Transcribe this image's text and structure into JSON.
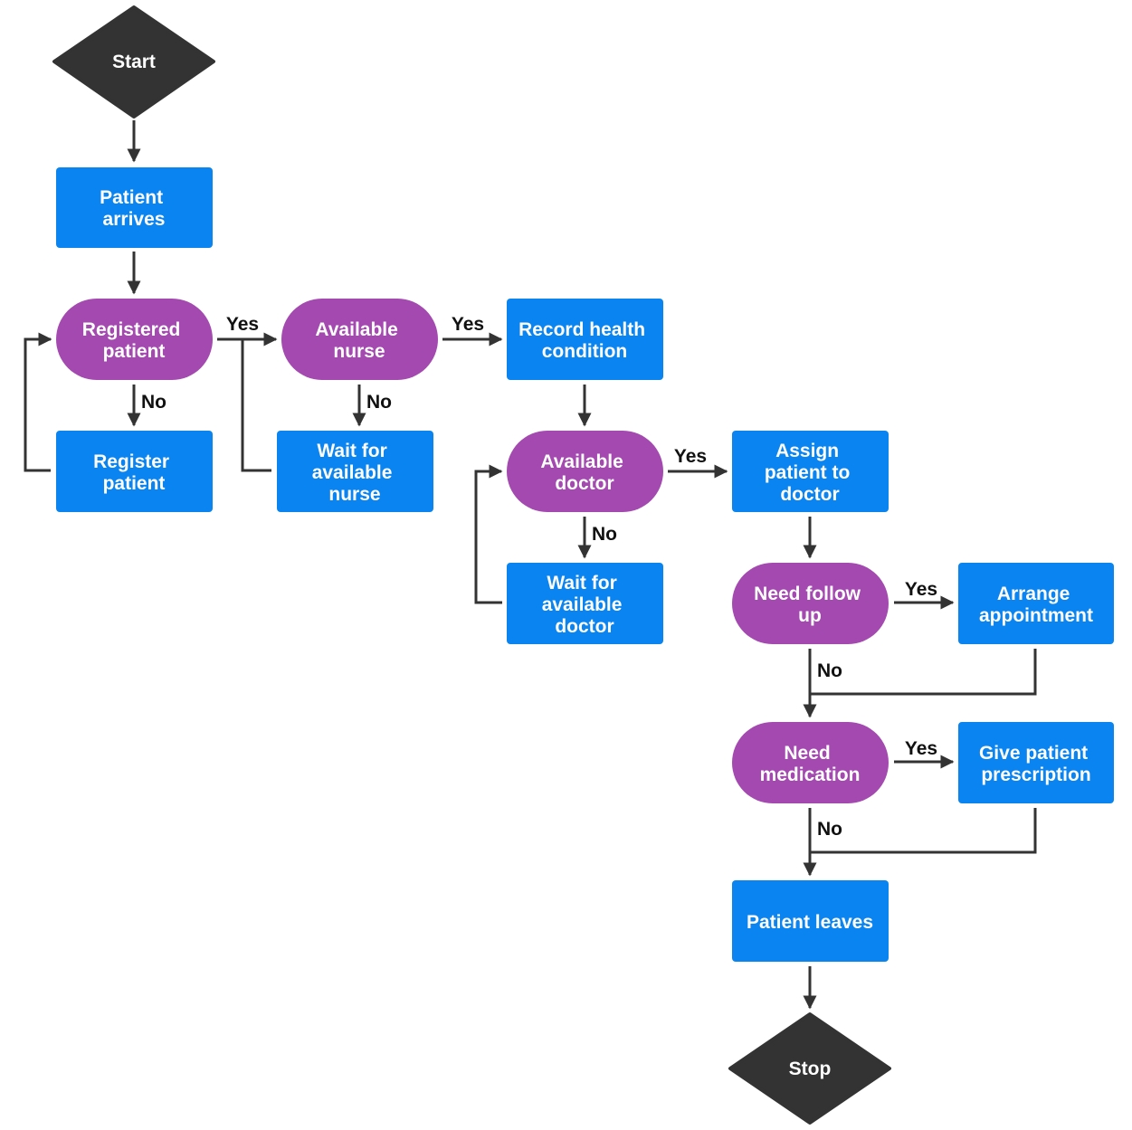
{
  "colors": {
    "process": "#0A84F0",
    "decision": "#A349B0",
    "terminal": "#333333",
    "connector": "#333333",
    "label": "#111111"
  },
  "nodes": {
    "start": "Start",
    "patient_arrives": [
      "Patient",
      "arrives"
    ],
    "registered_patient": [
      "Registered",
      "patient"
    ],
    "register_patient": [
      "Register",
      "patient"
    ],
    "available_nurse": [
      "Available",
      "nurse"
    ],
    "wait_nurse": [
      "Wait for",
      "available",
      "nurse"
    ],
    "record_health": [
      "Record health",
      "condition"
    ],
    "available_doctor": [
      "Available",
      "doctor"
    ],
    "wait_doctor": [
      "Wait for",
      "available",
      "doctor"
    ],
    "assign_doctor": [
      "Assign",
      "patient to",
      "doctor"
    ],
    "need_follow_up": [
      "Need follow",
      "up"
    ],
    "arrange_appointment": [
      "Arrange",
      "appointment"
    ],
    "need_medication": [
      "Need",
      "medication"
    ],
    "give_prescription": [
      "Give patient",
      "prescription"
    ],
    "patient_leaves": "Patient leaves",
    "stop": "Stop"
  },
  "edge_labels": {
    "registered_yes": "Yes",
    "registered_no": "No",
    "nurse_yes": "Yes",
    "nurse_no": "No",
    "doctor_yes": "Yes",
    "doctor_no": "No",
    "follow_up_yes": "Yes",
    "follow_up_no": "No",
    "medication_yes": "Yes",
    "medication_no": "No"
  }
}
